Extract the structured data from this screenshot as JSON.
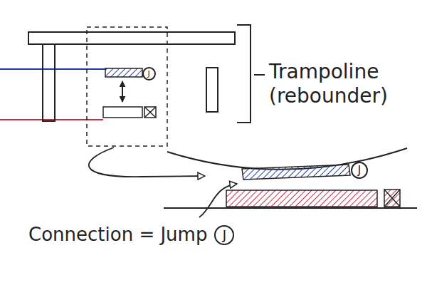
{
  "diagram": {
    "nodes": [
      {
        "text": [
          "J"
        ]
      },
      {
        "text": [
          "J"
        ]
      },
      {
        "text": [
          "J"
        ]
      }
    ],
    "labels": [
      "Trampoline (rebounder)",
      "Connection = Jump"
    ]
  }
}
